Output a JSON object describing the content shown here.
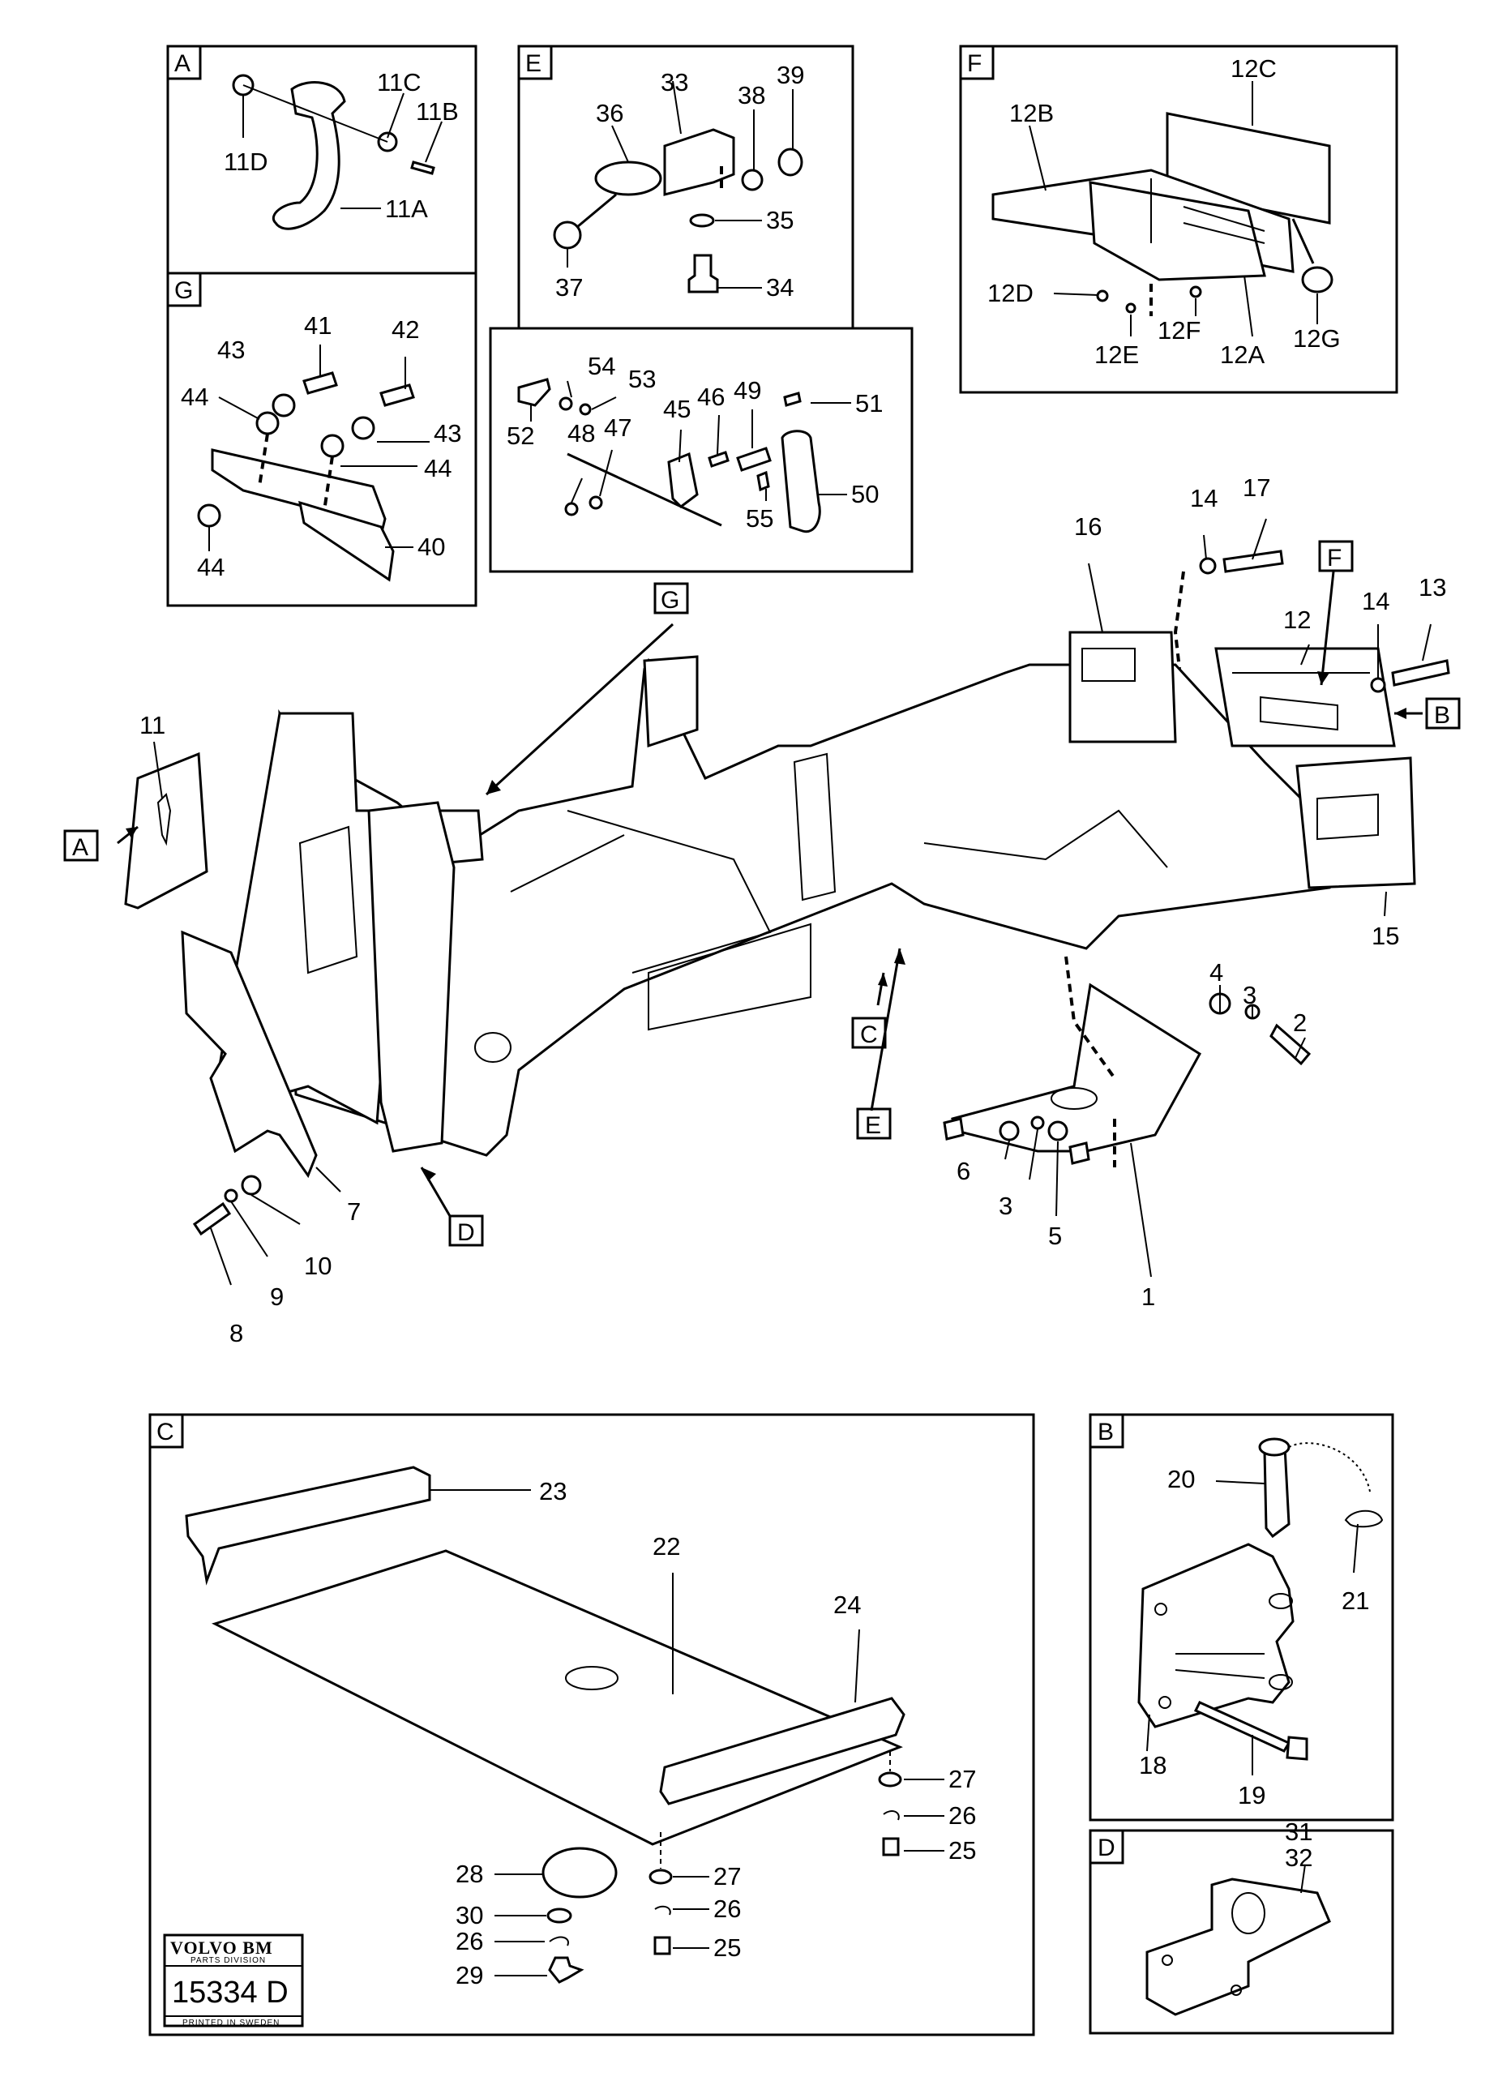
{
  "panels": {
    "A": "A",
    "E": "E",
    "F": "F",
    "G": "G",
    "C": "C",
    "B": "B",
    "D": "D"
  },
  "main_markers": {
    "A": "A",
    "B": "B",
    "C": "C",
    "D": "D",
    "E": "E",
    "F": "F",
    "G": "G"
  },
  "labels": {
    "p11C": "11C",
    "p11B": "11B",
    "p11D": "11D",
    "p11A": "11A",
    "p33": "33",
    "p36": "36",
    "p38": "38",
    "p39": "39",
    "p35": "35",
    "p37": "37",
    "p34": "34",
    "p12C": "12C",
    "p12B": "12B",
    "p12D": "12D",
    "p12E": "12E",
    "p12F": "12F",
    "p12A": "12A",
    "p12G": "12G",
    "p41": "41",
    "p42": "42",
    "p43a": "43",
    "p44a": "44",
    "p43b": "43",
    "p44b": "44",
    "p44c": "44",
    "p40": "40",
    "p54": "54",
    "p53": "53",
    "p46": "46",
    "p49": "49",
    "p51": "51",
    "p52": "52",
    "p48": "48",
    "p47": "47",
    "p45": "45",
    "p50": "50",
    "p55": "55",
    "p11": "11",
    "p16": "16",
    "p14a": "14",
    "p17": "17",
    "p12": "12",
    "p14b": "14",
    "p13": "13",
    "p15": "15",
    "p4": "4",
    "p3a": "3",
    "p2": "2",
    "p6": "6",
    "p3b": "3",
    "p5": "5",
    "p1": "1",
    "p7": "7",
    "p10": "10",
    "p9": "9",
    "p8": "8",
    "p23": "23",
    "p22": "22",
    "p24": "24",
    "p27a": "27",
    "p26a": "26",
    "p25a": "25",
    "p28": "28",
    "p27b": "27",
    "p30": "30",
    "p26b": "26",
    "p26c": "26",
    "p25b": "25",
    "p29": "29",
    "p20": "20",
    "p21": "21",
    "p18": "18",
    "p19": "19",
    "p31": "31",
    "p32": "32"
  },
  "stamp": {
    "brand": "VOLVO BM",
    "division": "PARTS DIVISION",
    "number": "15334 D",
    "printed": "PRINTED IN SWEDEN"
  },
  "icons": [
    "bolt-icon",
    "washer-icon",
    "nut-icon",
    "pin-icon",
    "bracket-icon"
  ]
}
